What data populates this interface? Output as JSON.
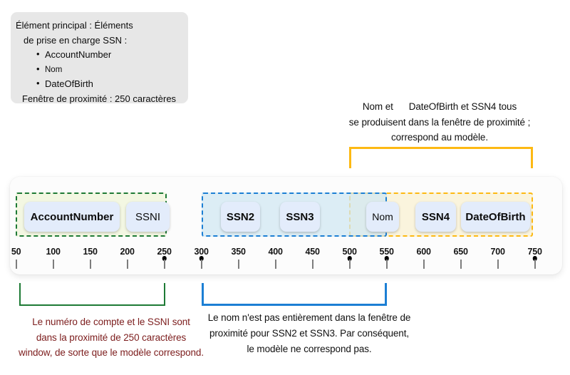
{
  "info_box": {
    "title_line1": "Élément principal : Éléments",
    "title_line2": "de prise en charge SSN :",
    "bullets": [
      "AccountNumber",
      "Nom",
      "DateOfBirth"
    ],
    "footer": "Fenêtre de proximité : 250 caractères"
  },
  "annotation_top_right": {
    "line1": "Nom et      DateOfBirth et SSN4 tous",
    "line2": "se produisent dans la fenêtre de proximité ;",
    "line3": "correspond au modèle."
  },
  "annotation_bottom_left": {
    "line1": "Le numéro de compte et le SSNI sont",
    "line2": "dans la proximité de 250 caractères",
    "line3": "window, de sorte que le modèle correspond."
  },
  "annotation_bottom_middle": {
    "line1": "Le nom n'est pas entièrement dans la fenêtre de",
    "line2": "proximité pour SSN2 et SSN3. Par conséquent,",
    "line3": "le modèle ne correspond pas."
  },
  "timeline": {
    "chips": [
      {
        "label": "AccountNumber"
      },
      {
        "label": "SSNI"
      },
      {
        "label": "SSN2"
      },
      {
        "label": "SSN3"
      },
      {
        "label": "Nom"
      },
      {
        "label": "SSN4"
      },
      {
        "label": "DateOfBirth"
      }
    ],
    "ruler_ticks": [
      {
        "label": "50",
        "dot": false
      },
      {
        "label": "100",
        "dot": false
      },
      {
        "label": "150",
        "dot": false
      },
      {
        "label": "200",
        "dot": false
      },
      {
        "label": "250",
        "dot": true
      },
      {
        "label": "300",
        "dot": true
      },
      {
        "label": "350",
        "dot": false
      },
      {
        "label": "400",
        "dot": false
      },
      {
        "label": "450",
        "dot": false
      },
      {
        "label": "500",
        "dot": true
      },
      {
        "label": "550",
        "dot": true
      },
      {
        "label": "600",
        "dot": false
      },
      {
        "label": "650",
        "dot": false
      },
      {
        "label": "700",
        "dot": false
      },
      {
        "label": "750",
        "dot": true
      }
    ]
  },
  "colors": {
    "green_window": "#1e7a35",
    "green_fill": "#f3f7e2",
    "blue_window": "#1c7fd4",
    "yellow_window": "#fdb913",
    "yellow_fill": "#faf4dd",
    "maroon_text": "#7c1d1d",
    "info_box_bg": "#e7e7e7",
    "chip_fill": "#e3ecfb"
  }
}
